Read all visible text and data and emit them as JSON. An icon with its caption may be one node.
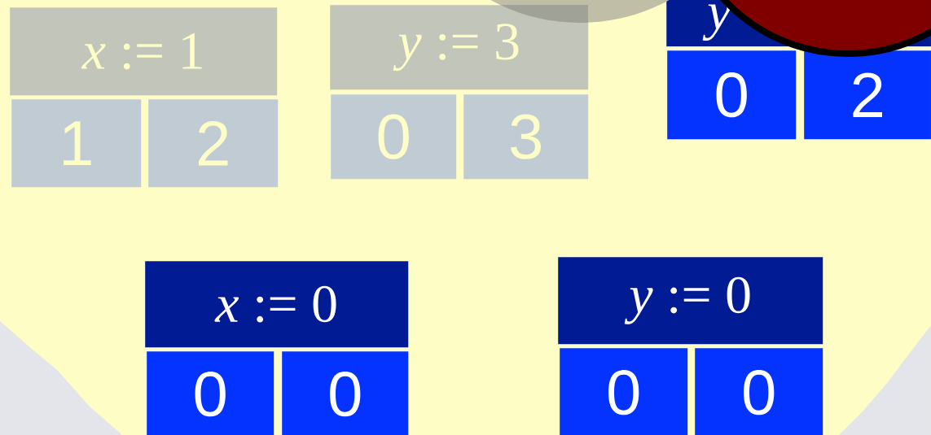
{
  "diagram": {
    "nodes": [
      {
        "text": [
          "*x* := 1"
        ]
      },
      {
        "text": [
          "1"
        ]
      },
      {
        "text": [
          "2"
        ]
      },
      {
        "text": [
          "*y* := 3"
        ]
      },
      {
        "text": [
          "0"
        ]
      },
      {
        "text": [
          "3"
        ]
      },
      {
        "text": [
          "*y*"
        ]
      },
      {
        "text": [
          "0"
        ]
      },
      {
        "text": [
          "2"
        ]
      },
      {
        "text": [
          "*x* := 0"
        ]
      },
      {
        "text": [
          "0"
        ]
      },
      {
        "text": [
          "0"
        ]
      },
      {
        "text": [
          "*y* := 0"
        ]
      },
      {
        "text": [
          "0"
        ]
      },
      {
        "text": [
          "0"
        ]
      }
    ]
  }
}
